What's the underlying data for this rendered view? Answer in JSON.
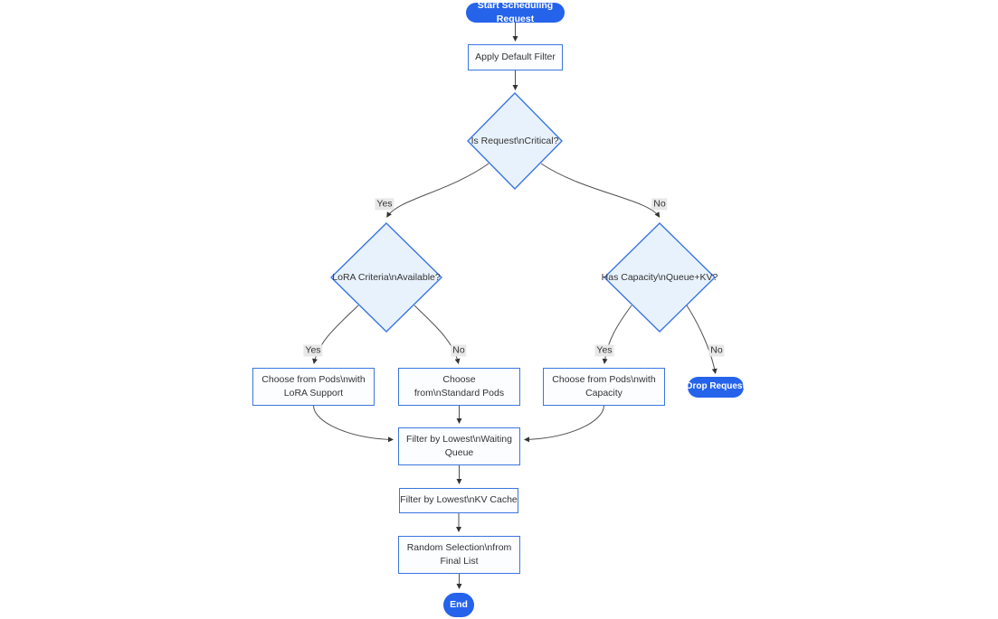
{
  "diagram": {
    "type": "flowchart",
    "colors": {
      "background": "#ffffff",
      "pill_fill": "#2563eb",
      "pill_text": "#ffffff",
      "rect_fill": "#fcfdff",
      "rect_border": "#3b76e0",
      "diamond_fill": "#e8f2fc",
      "diamond_border": "#3b76e0",
      "edge": "#4f4f4f",
      "arrow": "#333333",
      "node_text": "#333333",
      "edge_label_text": "#333333",
      "edge_label_bg": "#e8e8e8"
    },
    "nodes": {
      "start": {
        "label": "Start Scheduling Request",
        "shape": "stadium"
      },
      "apply_filter": {
        "label": "Apply Default Filter",
        "shape": "rect"
      },
      "is_critical": {
        "label": "Is Request\\nCritical?",
        "shape": "diamond"
      },
      "lora_available": {
        "label": "LoRA Criteria\\nAvailable?",
        "shape": "diamond"
      },
      "has_capacity": {
        "label": "Has Capacity\\nQueue+KV?",
        "shape": "diamond"
      },
      "choose_lora": {
        "label": "Choose from Pods\\nwith LoRA Support",
        "shape": "rect"
      },
      "choose_standard": {
        "label": "Choose from\\nStandard Pods",
        "shape": "rect"
      },
      "choose_capacity": {
        "label": "Choose from Pods\\nwith Capacity",
        "shape": "rect"
      },
      "drop_request": {
        "label": "Drop Request",
        "shape": "stadium"
      },
      "filter_waiting": {
        "label": "Filter by Lowest\\nWaiting Queue",
        "shape": "rect"
      },
      "filter_kv": {
        "label": "Filter by Lowest\\nKV Cache",
        "shape": "rect"
      },
      "random_selection": {
        "label": "Random Selection\\nfrom Final List",
        "shape": "rect"
      },
      "end": {
        "label": "End",
        "shape": "stadium"
      }
    },
    "edges": [
      {
        "from": "start",
        "to": "apply_filter",
        "label": ""
      },
      {
        "from": "apply_filter",
        "to": "is_critical",
        "label": ""
      },
      {
        "from": "is_critical",
        "to": "lora_available",
        "label": "Yes"
      },
      {
        "from": "is_critical",
        "to": "has_capacity",
        "label": "No"
      },
      {
        "from": "lora_available",
        "to": "choose_lora",
        "label": "Yes"
      },
      {
        "from": "lora_available",
        "to": "choose_standard",
        "label": "No"
      },
      {
        "from": "has_capacity",
        "to": "choose_capacity",
        "label": "Yes"
      },
      {
        "from": "has_capacity",
        "to": "drop_request",
        "label": "No"
      },
      {
        "from": "choose_lora",
        "to": "filter_waiting",
        "label": ""
      },
      {
        "from": "choose_standard",
        "to": "filter_waiting",
        "label": ""
      },
      {
        "from": "choose_capacity",
        "to": "filter_waiting",
        "label": ""
      },
      {
        "from": "filter_waiting",
        "to": "filter_kv",
        "label": ""
      },
      {
        "from": "filter_kv",
        "to": "random_selection",
        "label": ""
      },
      {
        "from": "random_selection",
        "to": "end",
        "label": ""
      }
    ]
  }
}
